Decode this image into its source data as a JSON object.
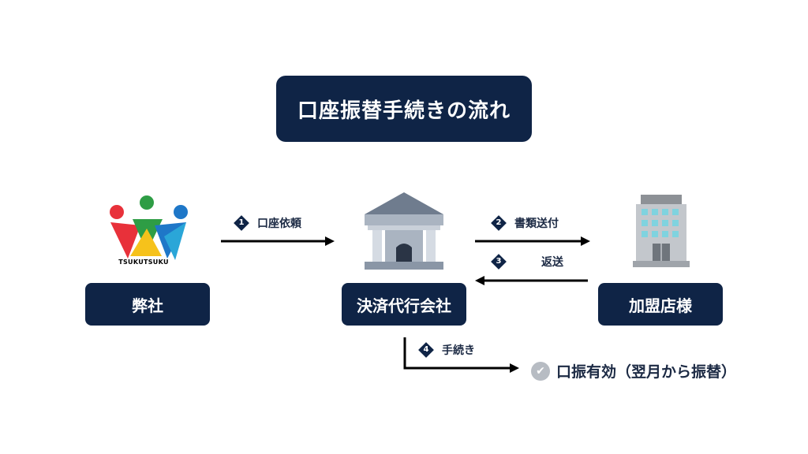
{
  "title": "口座振替手続きの流れ",
  "nodes": {
    "company": {
      "label": "弊社",
      "logo_text": "TSUKUTSUKU"
    },
    "agent": {
      "label": "決済代行会社"
    },
    "merchant": {
      "label": "加盟店様"
    }
  },
  "steps": [
    {
      "num": "1",
      "label": "口座依頼"
    },
    {
      "num": "2",
      "label": "書類送付"
    },
    {
      "num": "3",
      "label": "返送"
    },
    {
      "num": "4",
      "label": "手続き"
    }
  ],
  "result": {
    "text": "口振有効（翌月から振替）"
  },
  "colors": {
    "navy": "#0f2446",
    "gray": "#b7bcc3"
  }
}
